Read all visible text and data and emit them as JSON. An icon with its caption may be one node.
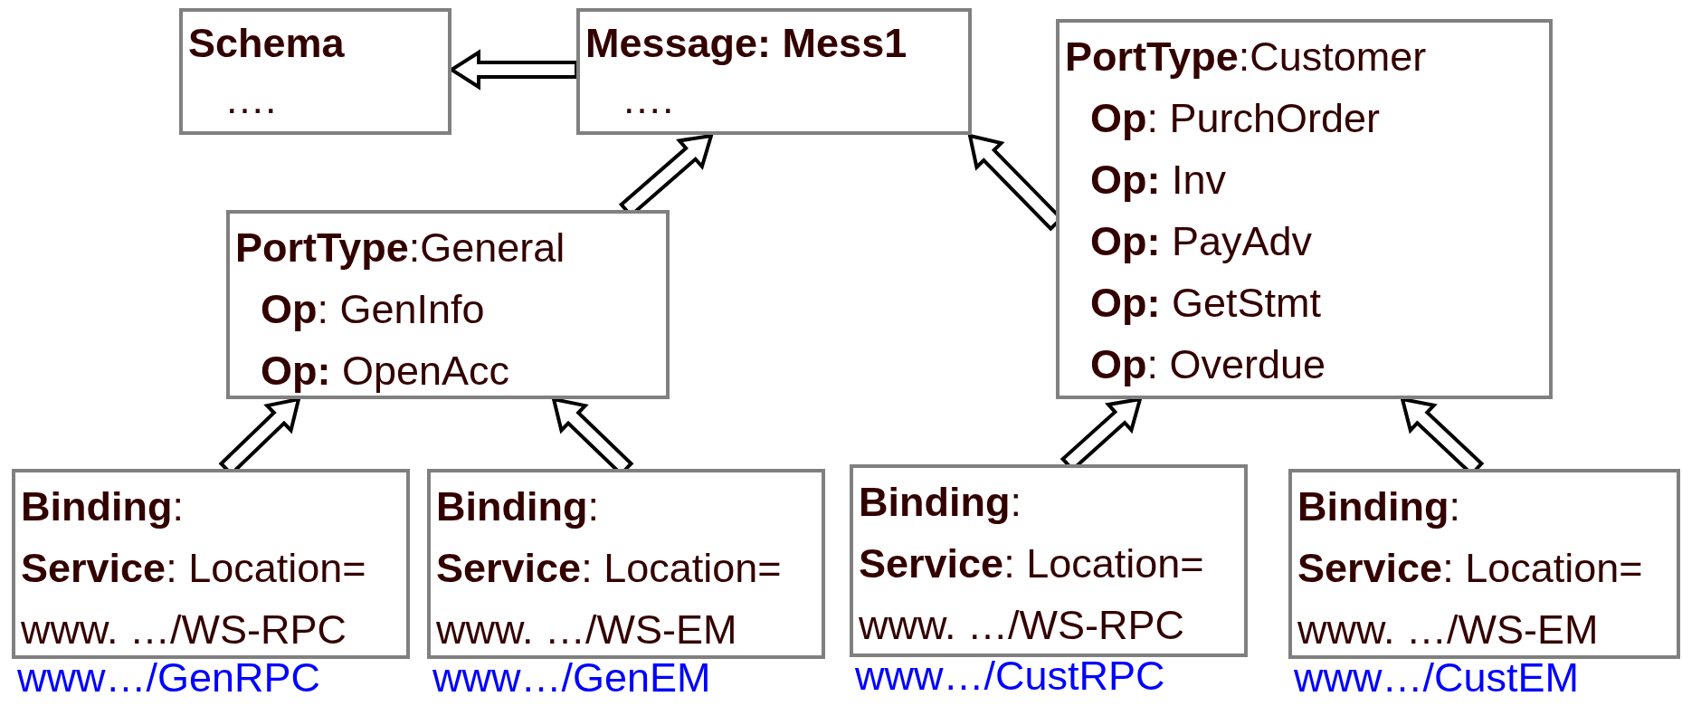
{
  "diagram": {
    "nodes": [
      {
        "text": [
          "Schema",
          "…."
        ]
      },
      {
        "text": [
          "Message: Mess1",
          "…."
        ]
      },
      {
        "text": [
          "**PortType**:General",
          "**Op**: GenInfo",
          "**Op:** OpenAcc"
        ]
      },
      {
        "text": [
          "**PortType**:Customer",
          "**Op**: PurchOrder",
          "**Op:** Inv",
          "**Op:** PayAdv",
          "**Op:** GetStmt",
          "**Op**: Overdue"
        ]
      },
      {
        "text": [
          "**Binding**:",
          "**Service**: Location=",
          "www. …/WS-RPC"
        ],
        "beside": [
          "www…/GenRPC"
        ]
      },
      {
        "text": [
          "**Binding**:",
          "**Service**: Location=",
          "www. …/WS-EM"
        ],
        "beside": [
          "www…/GenEM"
        ]
      },
      {
        "text": [
          "**Binding**:",
          "**Service**: Location=",
          "www. …/WS-RPC"
        ],
        "beside": [
          "www…/CustRPC"
        ]
      },
      {
        "text": [
          "**Binding**:",
          "**Service**: Location=",
          "www. …/WS-EM"
        ],
        "beside": [
          "www…/CustEM"
        ]
      }
    ],
    "edges": [
      {
        "from": 1,
        "to": 0,
        "arrow": "to"
      },
      {
        "from": 2,
        "to": 1,
        "arrow": "to"
      },
      {
        "from": 3,
        "to": 1,
        "arrow": "to"
      },
      {
        "from": 4,
        "to": 2,
        "arrow": "to"
      },
      {
        "from": 5,
        "to": 2,
        "arrow": "to"
      },
      {
        "from": 6,
        "to": 3,
        "arrow": "to"
      },
      {
        "from": 7,
        "to": 3,
        "arrow": "to"
      }
    ]
  }
}
